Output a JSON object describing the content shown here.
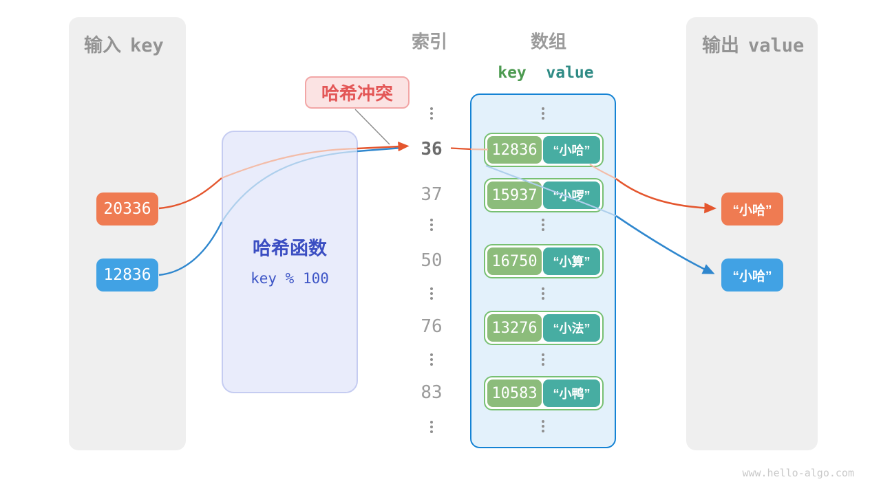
{
  "input_panel": {
    "title_cjk": "输入",
    "title_latin": "key",
    "keys": [
      "20336",
      "12836"
    ]
  },
  "output_panel": {
    "title_cjk": "输出",
    "title_latin": "value",
    "values": [
      "“小哈”",
      "“小哈”"
    ]
  },
  "hash_box": {
    "title": "哈希函数",
    "formula": "key % 100"
  },
  "collision_label": "哈希冲突",
  "headers": {
    "index": "索引",
    "array": "数组",
    "key": "key",
    "value": "value"
  },
  "index_numbers": [
    "36",
    "37",
    "50",
    "76",
    "83"
  ],
  "array_rows": [
    {
      "key": "12836",
      "value": "“小哈”"
    },
    {
      "key": "15937",
      "value": "“小啰”"
    },
    {
      "key": "16750",
      "value": "“小算”"
    },
    {
      "key": "13276",
      "value": "“小法”"
    },
    {
      "key": "10583",
      "value": "“小鸭”"
    }
  ],
  "footer": "www.hello-algo.com",
  "colors": {
    "orange_chip": "#ef7b52",
    "blue_chip": "#41a2e4",
    "orange_line": "#e4562e",
    "blue_line": "#2f87ce",
    "key_green": "#8cbc7b",
    "value_teal": "#47ada2",
    "row_border_green": "#77c072",
    "container_border_blue": "#1583d4",
    "hash_text_indigo": "#3b4ec2",
    "collision_red": "#e35656",
    "panel_gray": "#efefef"
  }
}
